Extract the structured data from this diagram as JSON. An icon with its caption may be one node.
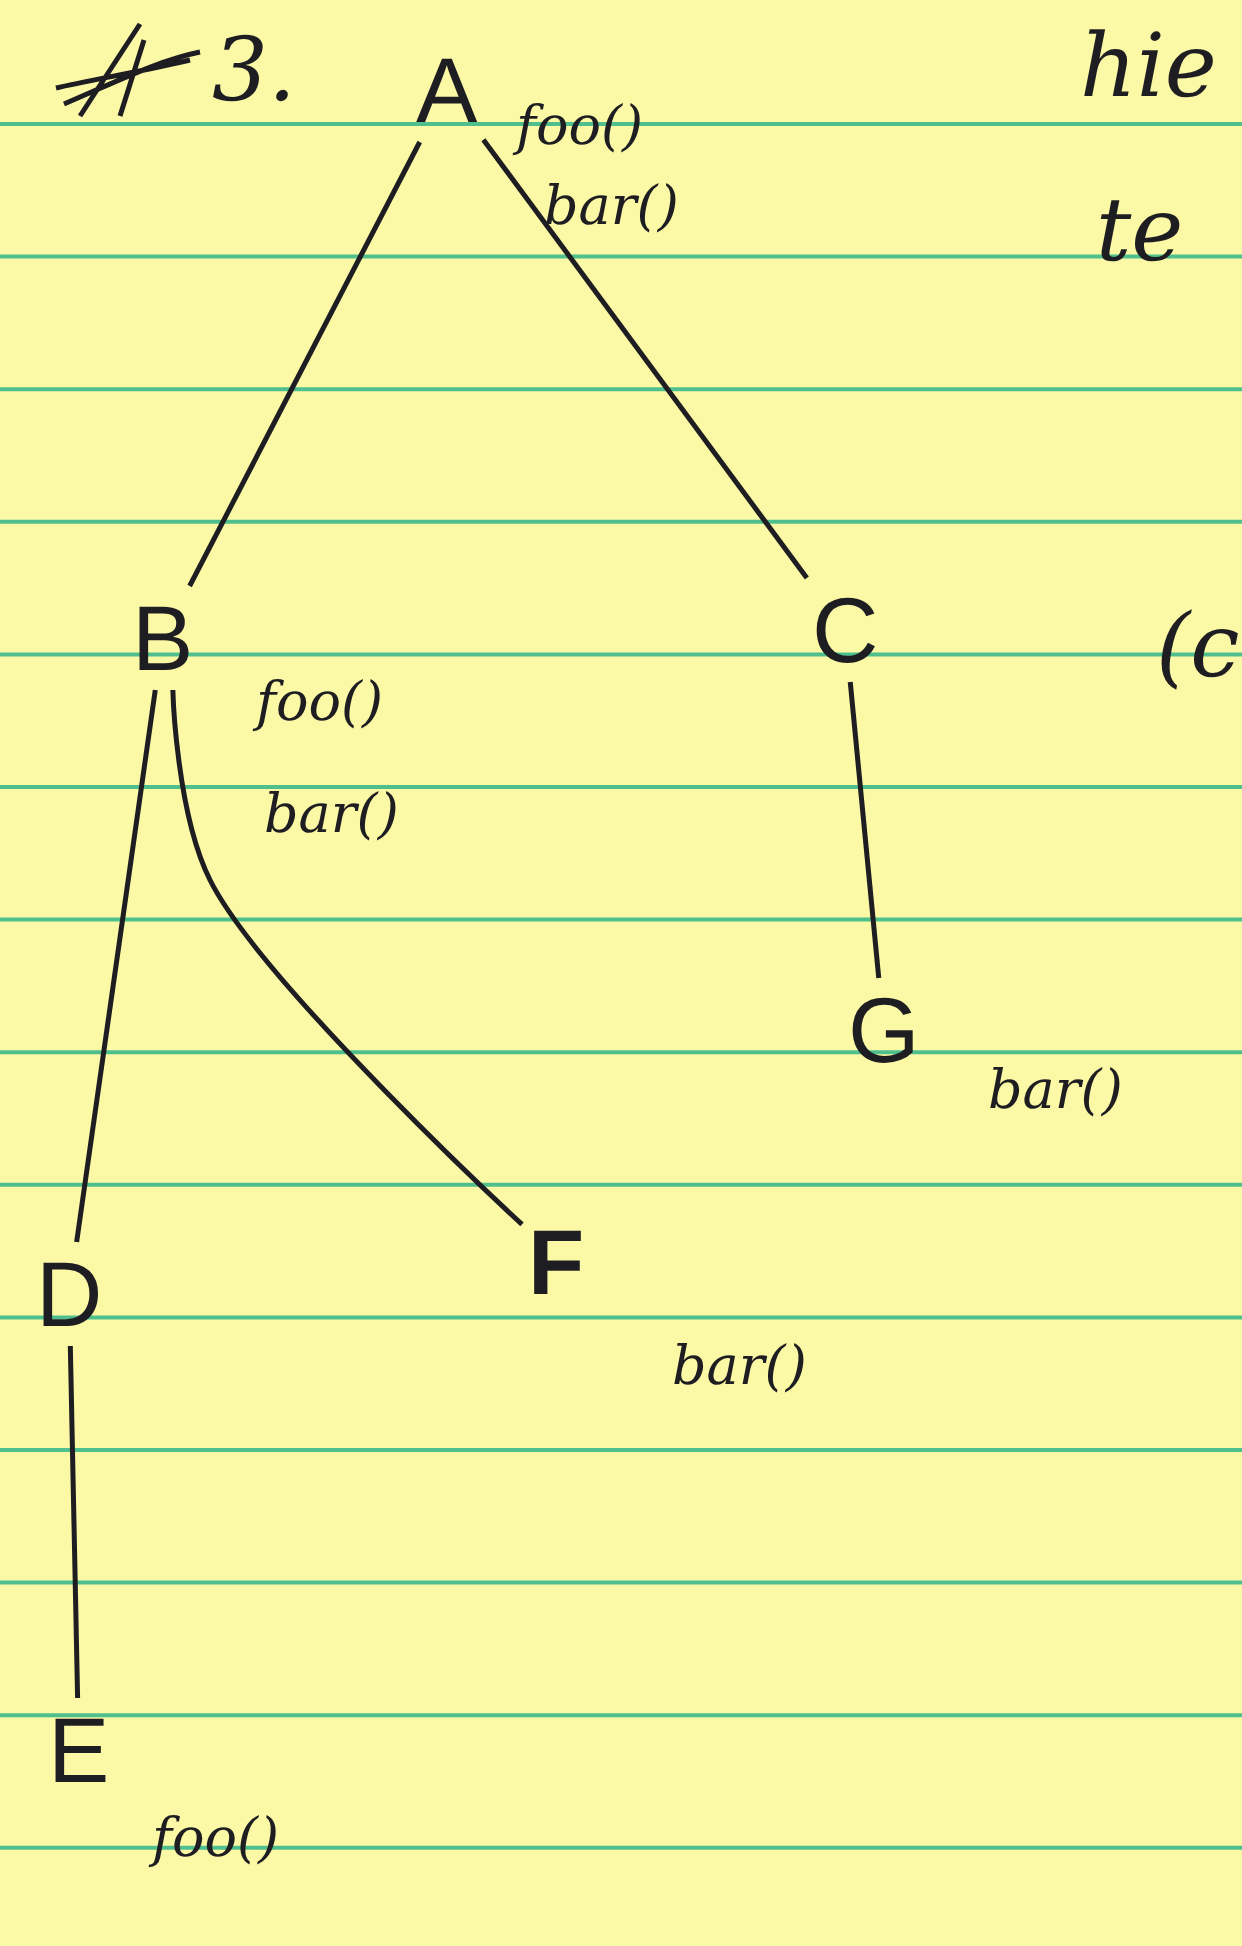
{
  "diagram": {
    "nodes": [
      {
        "text": [
          "A"
        ],
        "beside": [
          "foo()",
          "bar()"
        ]
      },
      {
        "text": [
          "B"
        ],
        "beside": [
          "foo()",
          "bar()"
        ]
      },
      {
        "text": [
          "C"
        ]
      },
      {
        "text": [
          "D"
        ]
      },
      {
        "text": [
          "F"
        ],
        "beside": [
          "bar()"
        ]
      },
      {
        "text": [
          "G"
        ],
        "beside": [
          "bar()"
        ]
      },
      {
        "text": [
          "E"
        ],
        "beside": [
          "foo()"
        ]
      }
    ],
    "edges": [
      {
        "from": 0,
        "to": 1,
        "arrow": "none"
      },
      {
        "from": 0,
        "to": 2,
        "arrow": "none"
      },
      {
        "from": 1,
        "to": 3,
        "arrow": "none"
      },
      {
        "from": 1,
        "to": 4,
        "arrow": "none"
      },
      {
        "from": 2,
        "to": 5,
        "arrow": "none"
      },
      {
        "from": 3,
        "to": 6,
        "arrow": "none"
      }
    ],
    "labels": [
      "3.",
      "hie",
      "te",
      "(c"
    ]
  }
}
